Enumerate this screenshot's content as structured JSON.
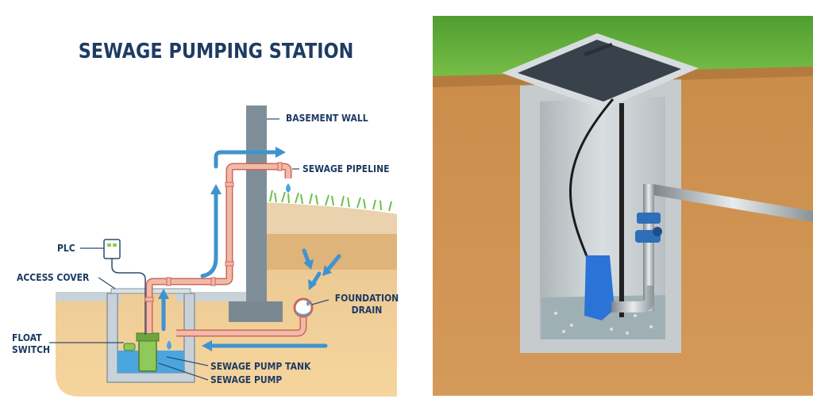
{
  "diagram": {
    "title": "SEWAGE PUMPING STATION",
    "labels": {
      "basement_wall": "BASEMENT WALL",
      "sewage_pipeline": "SEWAGE PIPELINE",
      "plc": "PLC",
      "access_cover": "ACCESS COVER",
      "foundation_drain_line1": "FOUNDATION",
      "foundation_drain_line2": "DRAIN",
      "float_switch_line1": "FLOAT",
      "float_switch_line2": "SWITCH",
      "sewage_pump_tank": "SEWAGE PUMP TANK",
      "sewage_pump": "SEWAGE PUMP"
    }
  },
  "colors": {
    "title": "#1e3b63",
    "pipe": "#f2b8a8",
    "pipe_outline": "#c96a5a",
    "flow_arrow": "#3f93cf",
    "wall": "#7f8f99",
    "soil": "#f3c98c",
    "water": "#4aa6df",
    "grass": "#6cc04a",
    "concrete": "#b7bfc5"
  }
}
